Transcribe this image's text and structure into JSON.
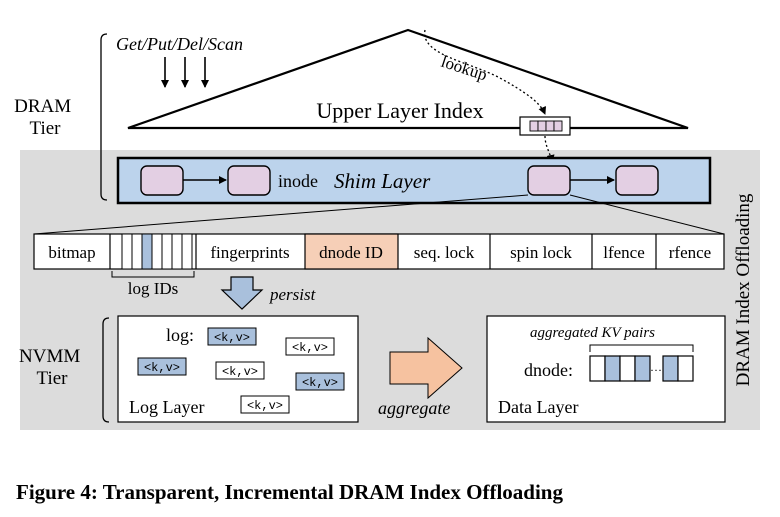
{
  "tiers": {
    "dram": [
      "DRAM",
      "Tier"
    ],
    "nvmm": [
      "NVMM",
      "Tier"
    ]
  },
  "ops": "Get/Put/Del/Scan",
  "lookup": "lookup",
  "upper_index": "Upper Layer Index",
  "shim": {
    "inode": "inode",
    "title": "Shim Layer"
  },
  "side_label": "DRAM Index Offloading",
  "fields": {
    "bitmap": "bitmap",
    "fingerprints": "fingerprints",
    "dnode_id": "dnode ID",
    "seq_lock": "seq. lock",
    "spin_lock": "spin lock",
    "lfence": "lfence",
    "rfence": "rfence"
  },
  "log_ids": "log IDs",
  "persist": "persist",
  "log_layer": {
    "title": "Log Layer",
    "prefix": "log:",
    "kv": "<k,v>"
  },
  "aggregate": "aggregate",
  "data_layer": {
    "title": "Data Layer",
    "dnode": "dnode:",
    "agg_pairs": "aggregated KV pairs",
    "dots": "···"
  },
  "caption": "Figure 4: Transparent, Incremental DRAM Index Offloading",
  "colors": {
    "gray_bg": "#dcdcdc",
    "shim_blue": "#bcd3ec",
    "node_purple": "#e3cfe3",
    "blue_fill": "#a9c0dc",
    "dnode_peach": "#f6cfb7",
    "arrow_orange": "#f6c2a0"
  }
}
